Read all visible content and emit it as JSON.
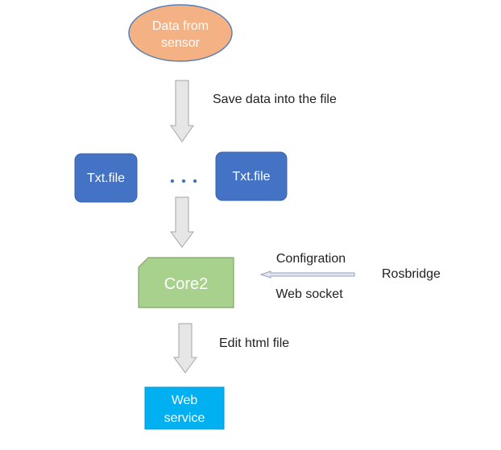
{
  "nodes": {
    "sensor": {
      "line1": "Data from",
      "line2": "sensor"
    },
    "txt_left": {
      "label": "Txt.file"
    },
    "txt_right": {
      "label": "Txt.file"
    },
    "ellipsis": "• • •",
    "core2": {
      "label": "Core2"
    },
    "web_service": {
      "line1": "Web",
      "line2": "service"
    }
  },
  "edges": {
    "save_data": "Save data into the file",
    "edit_html": "Edit html file",
    "configration": "Configration",
    "web_socket": "Web socket"
  },
  "rosbridge": "Rosbridge",
  "colors": {
    "sensor_fill": "#F4B183",
    "sensor_stroke": "#5B7FB5",
    "txt_fill": "#4472C4",
    "core2_fill": "#A9D18E",
    "core2_stroke": "#7FA86A",
    "web_fill": "#00B0F0",
    "arrow_fill": "#E7E6E6",
    "arrow_stroke": "#A6A6A6"
  }
}
